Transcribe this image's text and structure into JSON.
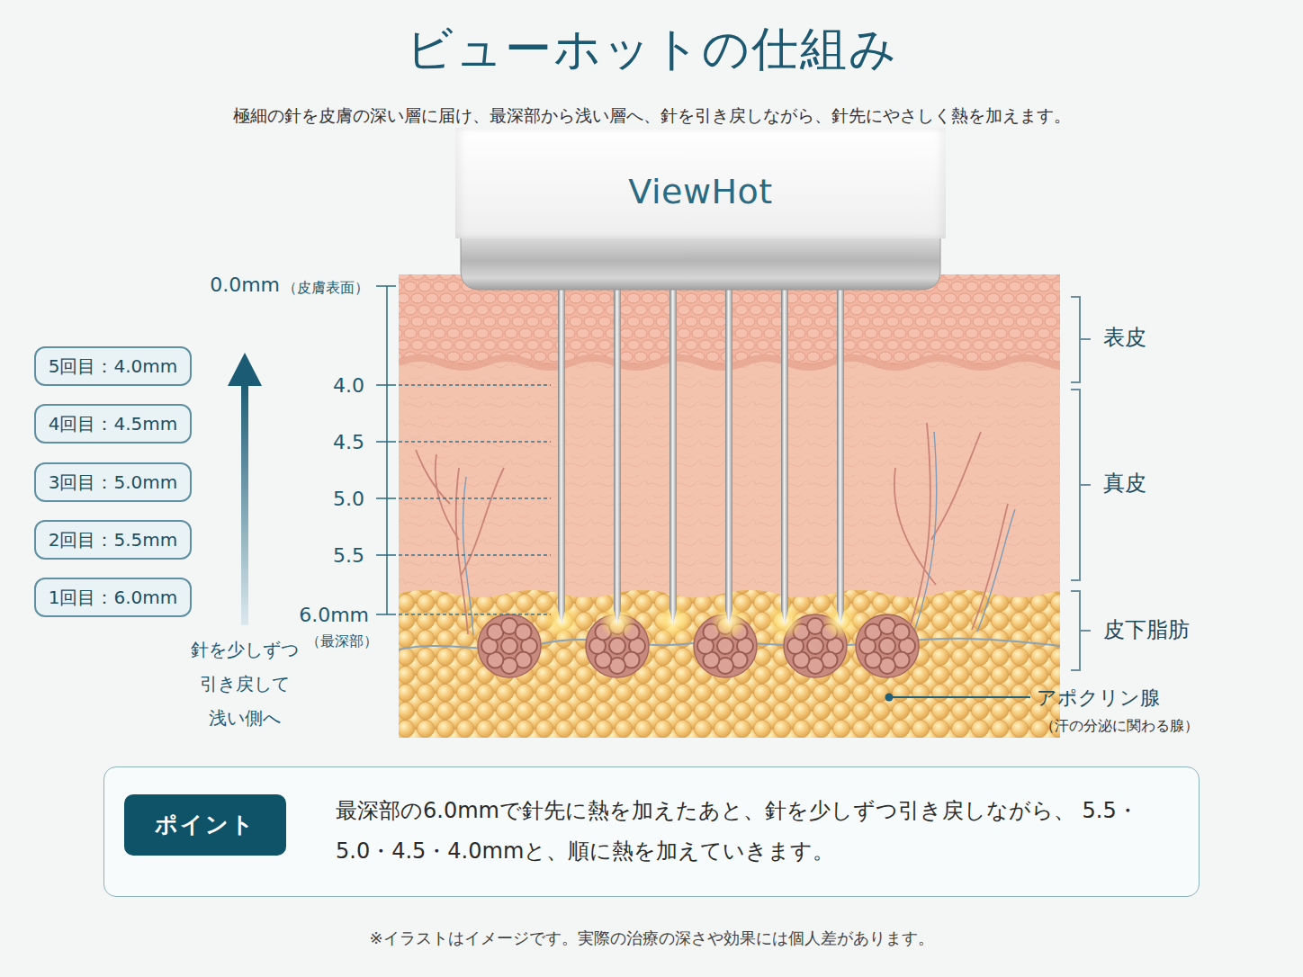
{
  "diagram": {
    "title": "ビューホットの仕組み",
    "nodes": [
      {
        "text": [
          "ViewHot"
        ]
      },
      {
        "text": [
          "5回目：4.0mm"
        ]
      },
      {
        "text": [
          "4回目：4.5mm"
        ]
      },
      {
        "text": [
          "3回目：5.0mm"
        ]
      },
      {
        "text": [
          "2回目：5.5mm"
        ]
      },
      {
        "text": [
          "1回目：6.0mm"
        ]
      },
      {
        "text": [
          "最深部の6.0mmで針先に熱を加えたあと、針を少しずつ引き戻しながら、 5.5・5.0・4.5・4.0mmと、順に熱を加えていきます。"
        ]
      },
      {
        "text": [
          "ポイント"
        ],
        "in": 6
      }
    ],
    "labels": [
      "極細の針を皮膚の深い層に届け、最深部から浅い層へ、針を引き戻しながら、針先にやさしく熱を加えます。",
      "0.0mm",
      "（皮膚表面）",
      "4.0",
      "4.5",
      "5.0",
      "5.5",
      "6.0mm",
      "（最深部）",
      "針を少しずつ 引き戻して 浅い側へ",
      "表皮",
      "真皮",
      "皮下脂肪",
      "アポクリン腺",
      "（汗の分泌に関わる腺）",
      "※イラストはイメージです。実際の治療の深さや効果には個人差があります。"
    ]
  }
}
